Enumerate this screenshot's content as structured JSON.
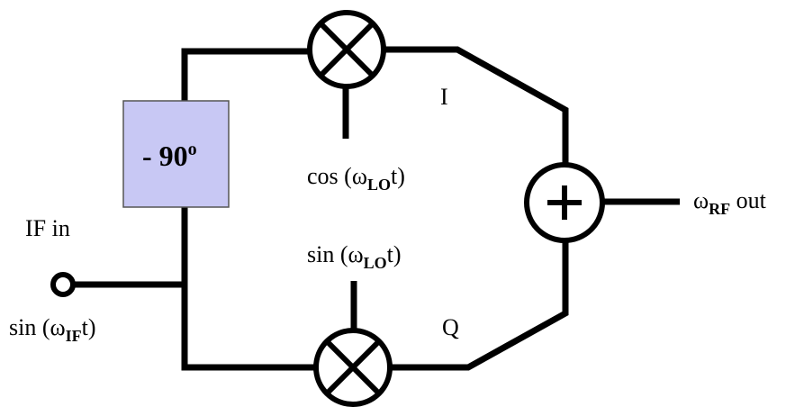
{
  "phase_shifter": {
    "label": "- 90",
    "unit": "o",
    "fill": "#c8c8f4"
  },
  "labels": {
    "if_in": "IF in",
    "if_signal": {
      "pre": "sin (",
      "omega": "ω",
      "sub": "IF",
      "post": "t)"
    },
    "lo_cos": {
      "pre": "cos (",
      "omega": "ω",
      "sub": "LO",
      "post": "t)"
    },
    "lo_sin": {
      "pre": "sin (",
      "omega": "ω",
      "sub": "LO",
      "post": "t)"
    },
    "i_branch": "I",
    "q_branch": "Q",
    "rf_out": {
      "omega": "ω",
      "sub": "RF",
      "post": " out"
    }
  }
}
